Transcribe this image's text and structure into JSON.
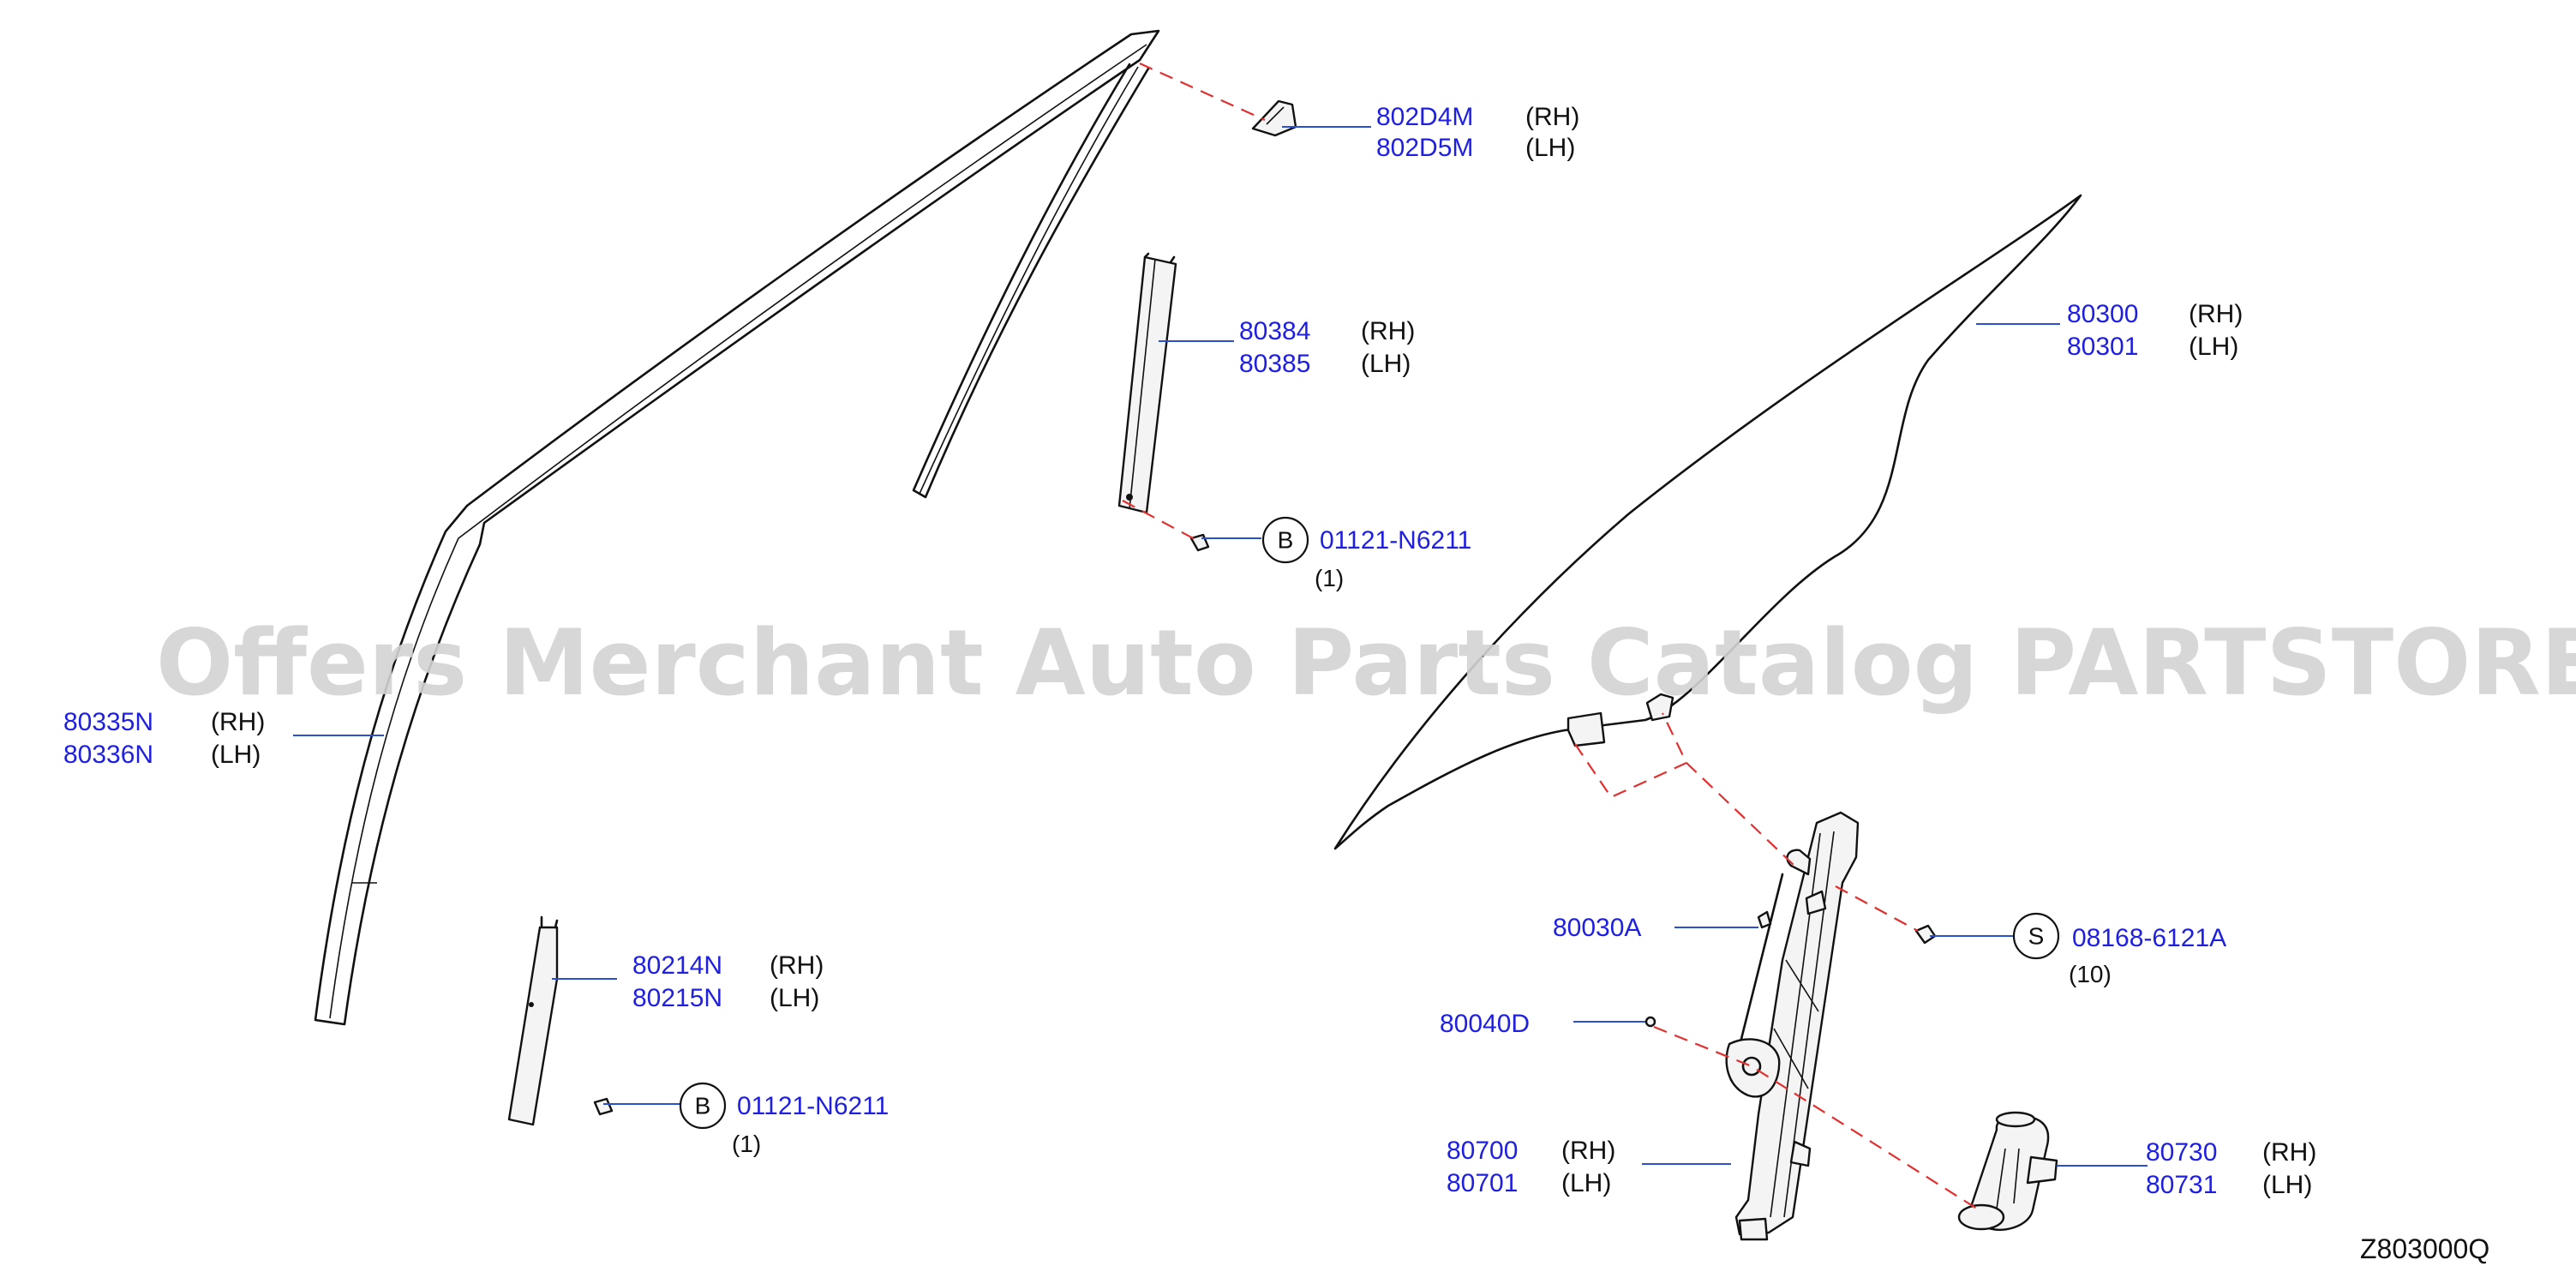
{
  "watermark": "Offers Merchant Auto Parts Catalog PARTSTORE.SA",
  "diagram_code": "Z803000Q",
  "callouts": [
    {
      "id": "c1",
      "rh_part": "802D4M",
      "rh_side": "(RH)",
      "lh_part": "802D5M",
      "lh_side": "(LH)"
    },
    {
      "id": "c2",
      "rh_part": "80384",
      "rh_side": "(RH)",
      "lh_part": "80385",
      "lh_side": "(LH)"
    },
    {
      "id": "c3",
      "rh_part": "80300",
      "rh_side": "(RH)",
      "lh_part": "80301",
      "lh_side": "(LH)"
    },
    {
      "id": "c4",
      "rh_part": "80335N",
      "rh_side": "(RH)",
      "lh_part": "80336N",
      "lh_side": "(LH)"
    },
    {
      "id": "c5",
      "rh_part": "80214N",
      "rh_side": "(RH)",
      "lh_part": "80215N",
      "lh_side": "(LH)"
    },
    {
      "id": "c6",
      "rh_part": "80700",
      "rh_side": "(RH)",
      "lh_part": "80701",
      "lh_side": "(LH)"
    },
    {
      "id": "c7",
      "rh_part": "80730",
      "rh_side": "(RH)",
      "lh_part": "80731",
      "lh_side": "(LH)"
    }
  ],
  "fasteners": [
    {
      "id": "f1",
      "mark": "B",
      "part": "01121-N6211",
      "qty": "(1)"
    },
    {
      "id": "f2",
      "mark": "B",
      "part": "01121-N6211",
      "qty": "(1)"
    },
    {
      "id": "f3",
      "mark": "S",
      "part": "08168-6121A",
      "qty": "(10)"
    }
  ],
  "single_parts": [
    {
      "id": "s1",
      "part": "80030A"
    },
    {
      "id": "s2",
      "part": "80040D"
    }
  ]
}
